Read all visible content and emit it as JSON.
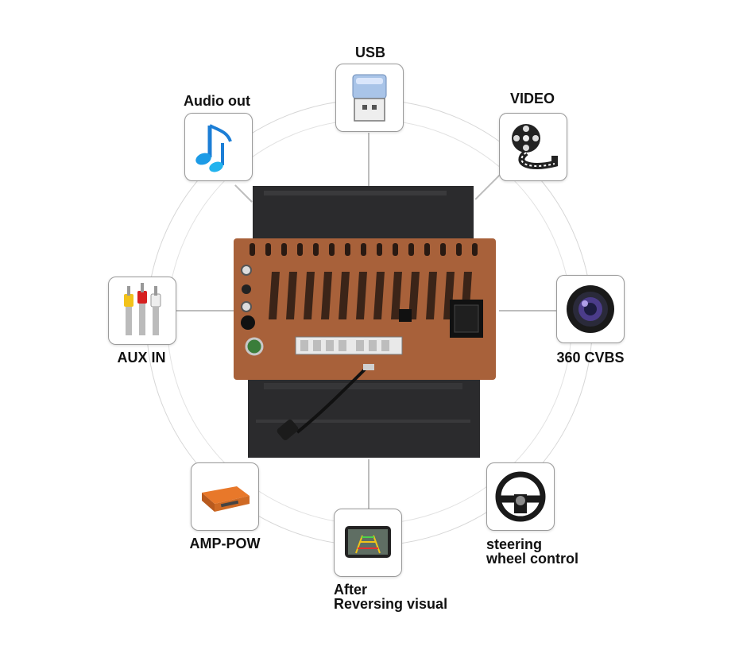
{
  "features": {
    "usb": {
      "label": "USB",
      "icon": "usb-drive-icon"
    },
    "audio_out": {
      "label": "Audio out",
      "icon": "music-note-icon"
    },
    "video": {
      "label": "VIDEO",
      "icon": "film-reel-icon"
    },
    "aux_in": {
      "label": "AUX IN",
      "icon": "rca-cables-icon"
    },
    "cvbs_360": {
      "label": "360 CVBS",
      "icon": "camera-lens-icon"
    },
    "amp_pow": {
      "label": "AMP-POW",
      "icon": "amplifier-icon"
    },
    "reversing": {
      "label_line1": "After",
      "label_line2": "Reversing visual",
      "icon": "reversing-screen-icon"
    },
    "steering": {
      "label_line1": "steering",
      "label_line2": "wheel control",
      "icon": "steering-wheel-icon"
    }
  },
  "colors": {
    "ring": "#d6d6d6",
    "tile_border": "#9a9a9a",
    "housing": "#2b2b2d",
    "panel": "#a8613a",
    "text": "#111111"
  }
}
